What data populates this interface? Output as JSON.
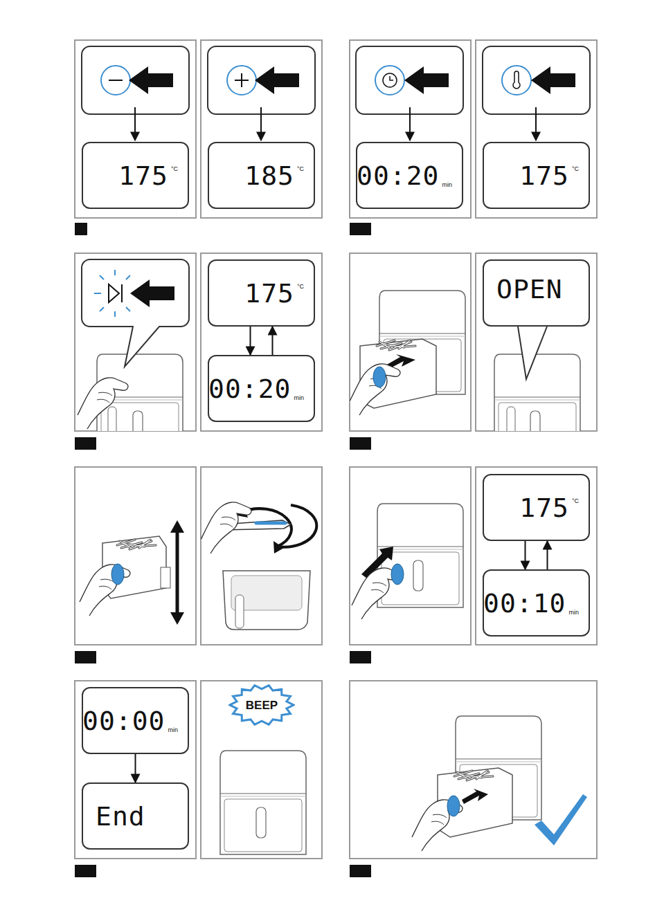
{
  "diagram": {
    "nodes": [
      {
        "text": [
          "175",
          "°C"
        ]
      },
      {
        "text": [
          "185",
          "°C"
        ]
      },
      {
        "text": [
          "00:20",
          "min"
        ]
      },
      {
        "text": [
          "175",
          "°C"
        ]
      },
      {
        "text": [
          "175",
          "°C"
        ]
      },
      {
        "text": [
          "00:20",
          "min"
        ]
      },
      {
        "text": [
          "OPEN"
        ]
      },
      {
        "text": [
          "175",
          "°C"
        ]
      },
      {
        "text": [
          "00:10",
          "min"
        ]
      },
      {
        "text": [
          "00:00",
          "min"
        ]
      },
      {
        "text": [
          "End"
        ]
      },
      {
        "text": [
          "BEEP"
        ]
      }
    ],
    "edges": [
      {
        "from": 4,
        "to": 5,
        "arrow": "to"
      },
      {
        "from": 5,
        "to": 4,
        "arrow": "to"
      },
      {
        "from": 7,
        "to": 8,
        "arrow": "to"
      },
      {
        "from": 8,
        "to": 7,
        "arrow": "to"
      },
      {
        "from": 9,
        "to": 10,
        "arrow": "to"
      }
    ]
  }
}
